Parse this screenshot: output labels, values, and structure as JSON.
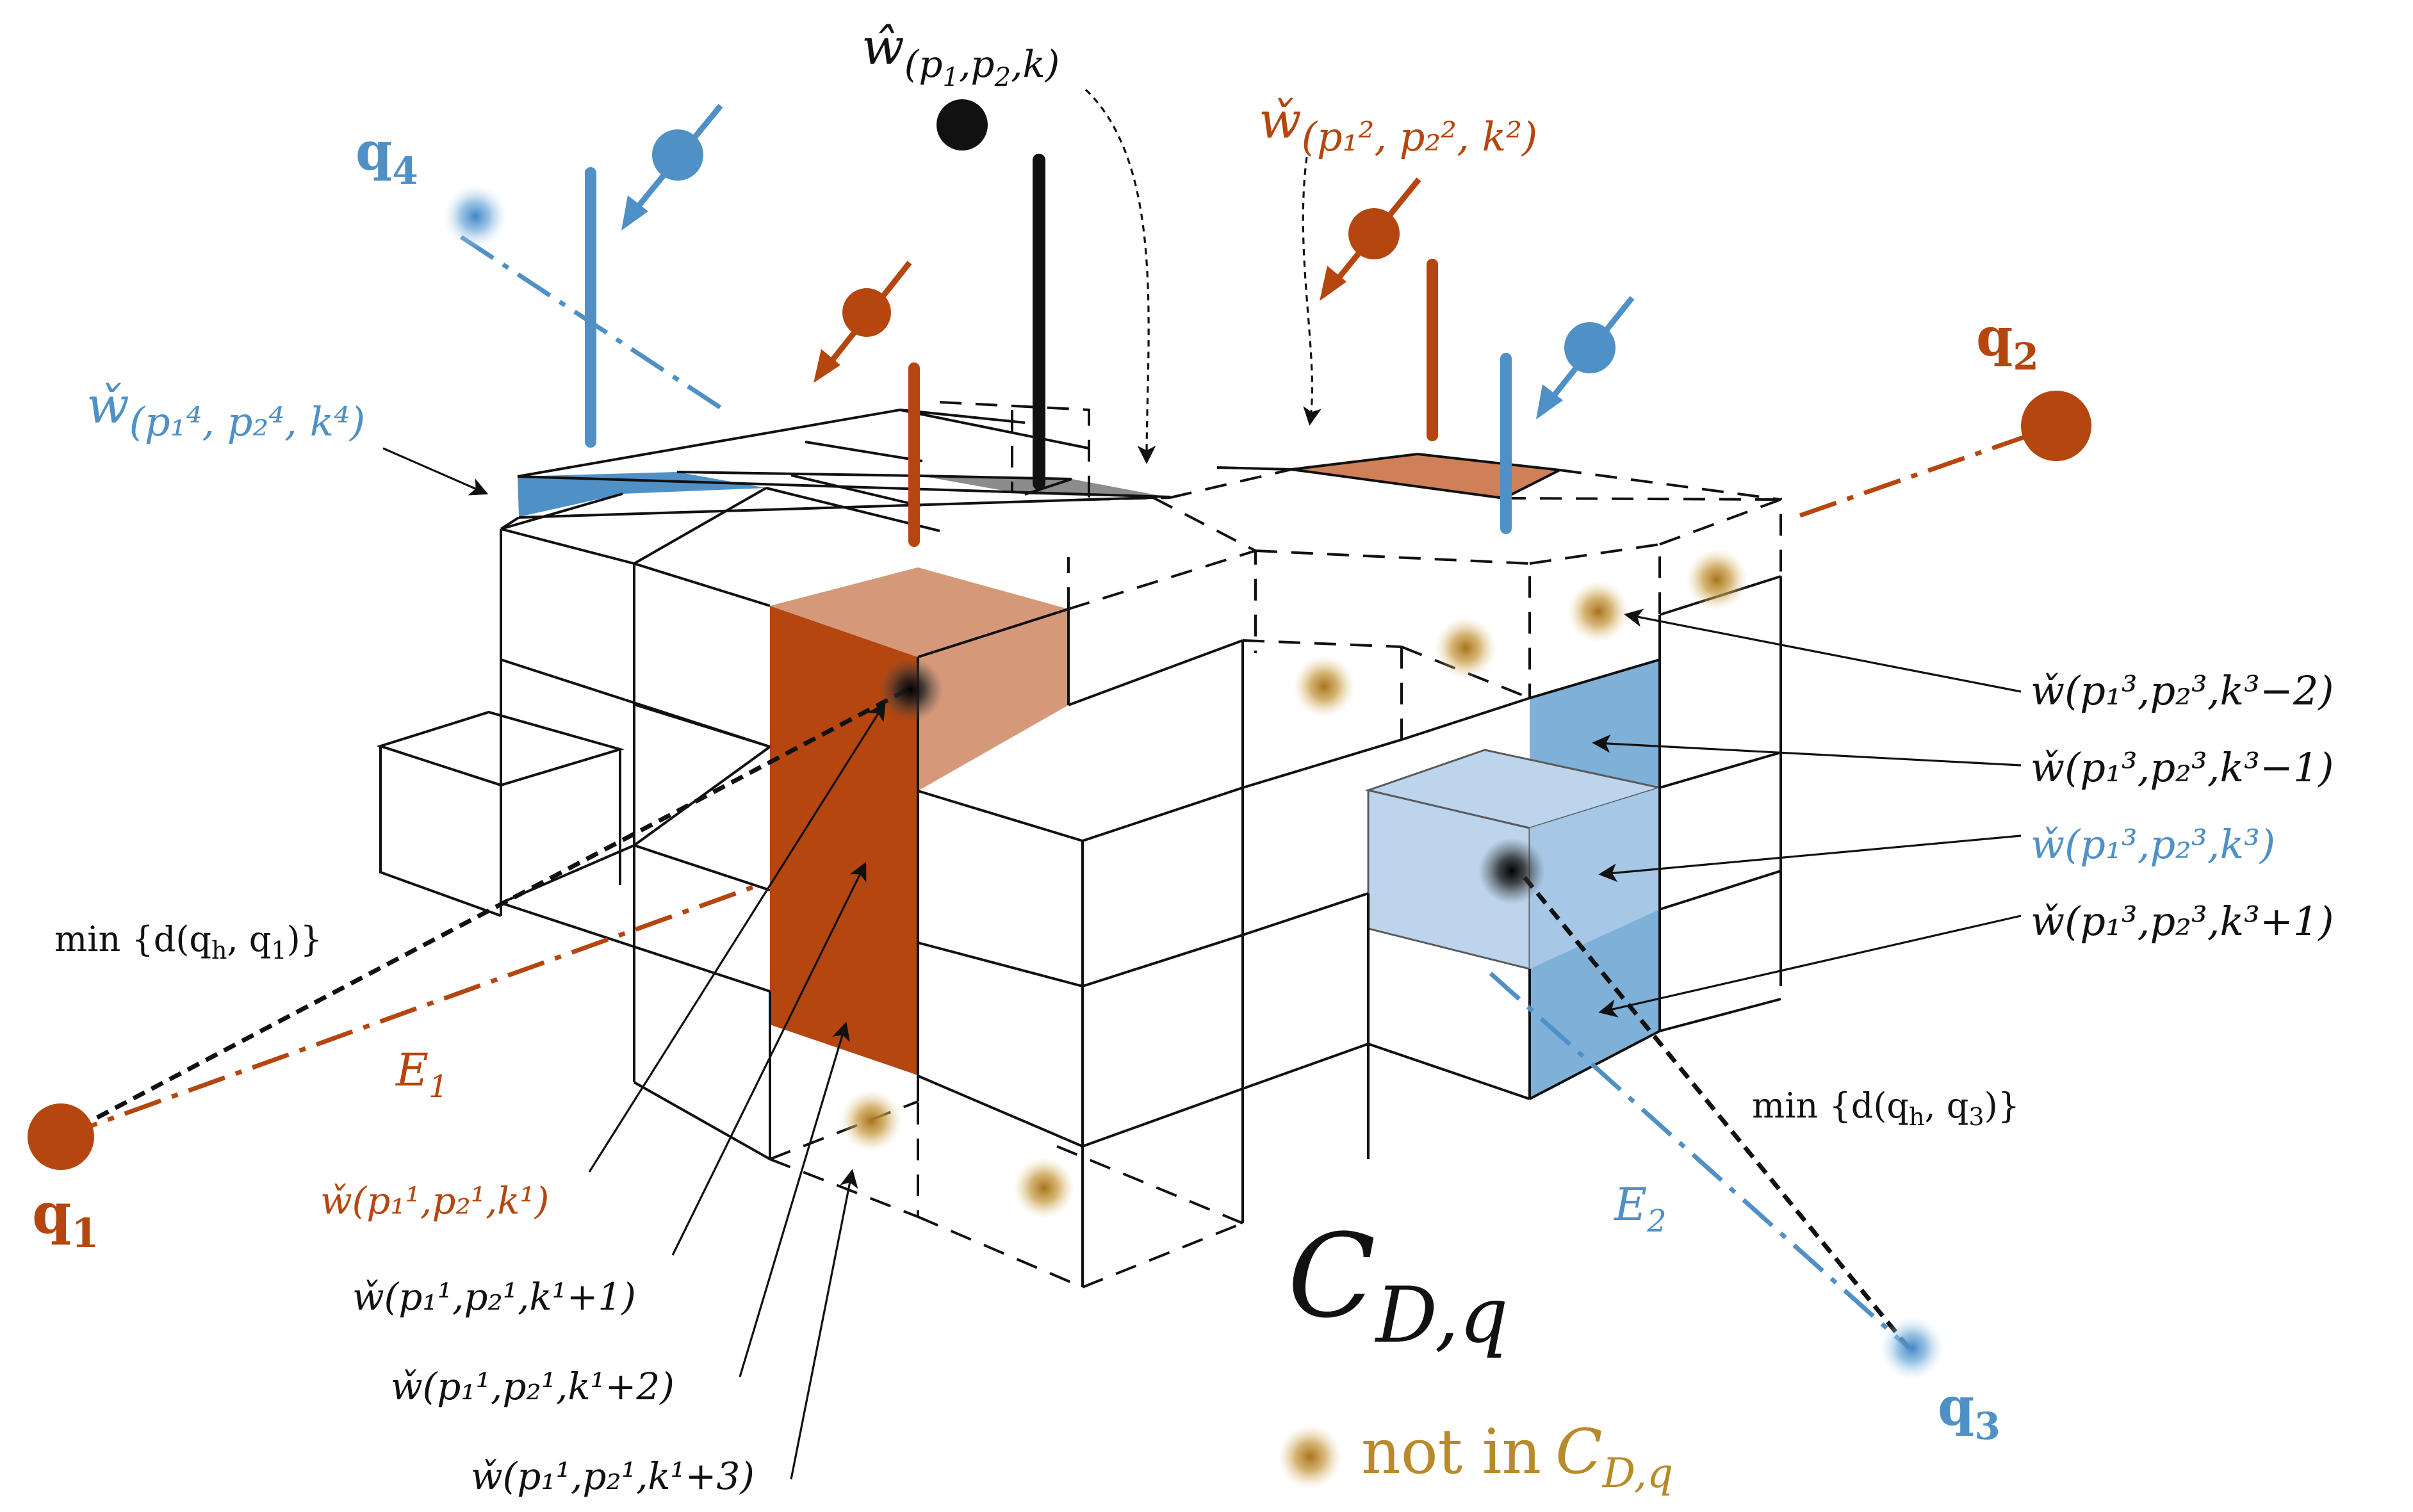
{
  "colors": {
    "orange": "#b5460f",
    "orange_light": "#d5997a",
    "blue": "#4f90c6",
    "blue_light": "#bcd5ec",
    "blue_mid": "#7fb0d8",
    "gray": "#8c8c8c",
    "gold": "#b98a2a",
    "black": "#111111"
  },
  "labels": {
    "w_hat_top": {
      "base": "ŵ",
      "sub": "(p",
      "sub1": "1",
      "mid": ",p",
      "sub2": "2",
      "tail": ",k)"
    },
    "w_p2": {
      "base": "w̌",
      "text": "(p₁², p₂², k²)"
    },
    "w_p4": {
      "base": "w̌",
      "text": "(p₁⁴, p₂⁴, k⁴)"
    },
    "q4": "q",
    "q4_sub": "4",
    "q2": "q",
    "q2_sub": "2",
    "q1": "q",
    "q1_sub": "1",
    "q3": "q",
    "q3_sub": "3",
    "E1": "E",
    "E1_sub": "1",
    "E2": "E",
    "E2_sub": "2",
    "min_q1": "min {d(q",
    "min_q1_h": "h",
    "min_q1_mid": ", q",
    "min_q1_sub": "1",
    "min_q1_end": ")}",
    "min_q3": "min {d(q",
    "min_q3_h": "h",
    "min_q3_mid": ", q",
    "min_q3_sub": "3",
    "min_q3_end": ")}",
    "C_Dq": "C",
    "C_Dq_sub": "D,q",
    "not_in": "not in",
    "not_in_C": "C",
    "not_in_C_sub": "D,q",
    "w1_k1": "w̌(p₁¹,p₂¹,k¹)",
    "w1_k1p1": "w̌(p₁¹,p₂¹,k¹+1)",
    "w1_k1p2": "w̌(p₁¹,p₂¹,k¹+2)",
    "w1_k1p3": "w̌(p₁¹,p₂¹,k¹+3)",
    "w3_km2": "w̌(p₁³,p₂³,k³−2)",
    "w3_km1": "w̌(p₁³,p₂³,k³−1)",
    "w3_k": "w̌(p₁³,p₂³,k³)",
    "w3_kp1": "w̌(p₁³,p₂³,k³+1)"
  }
}
